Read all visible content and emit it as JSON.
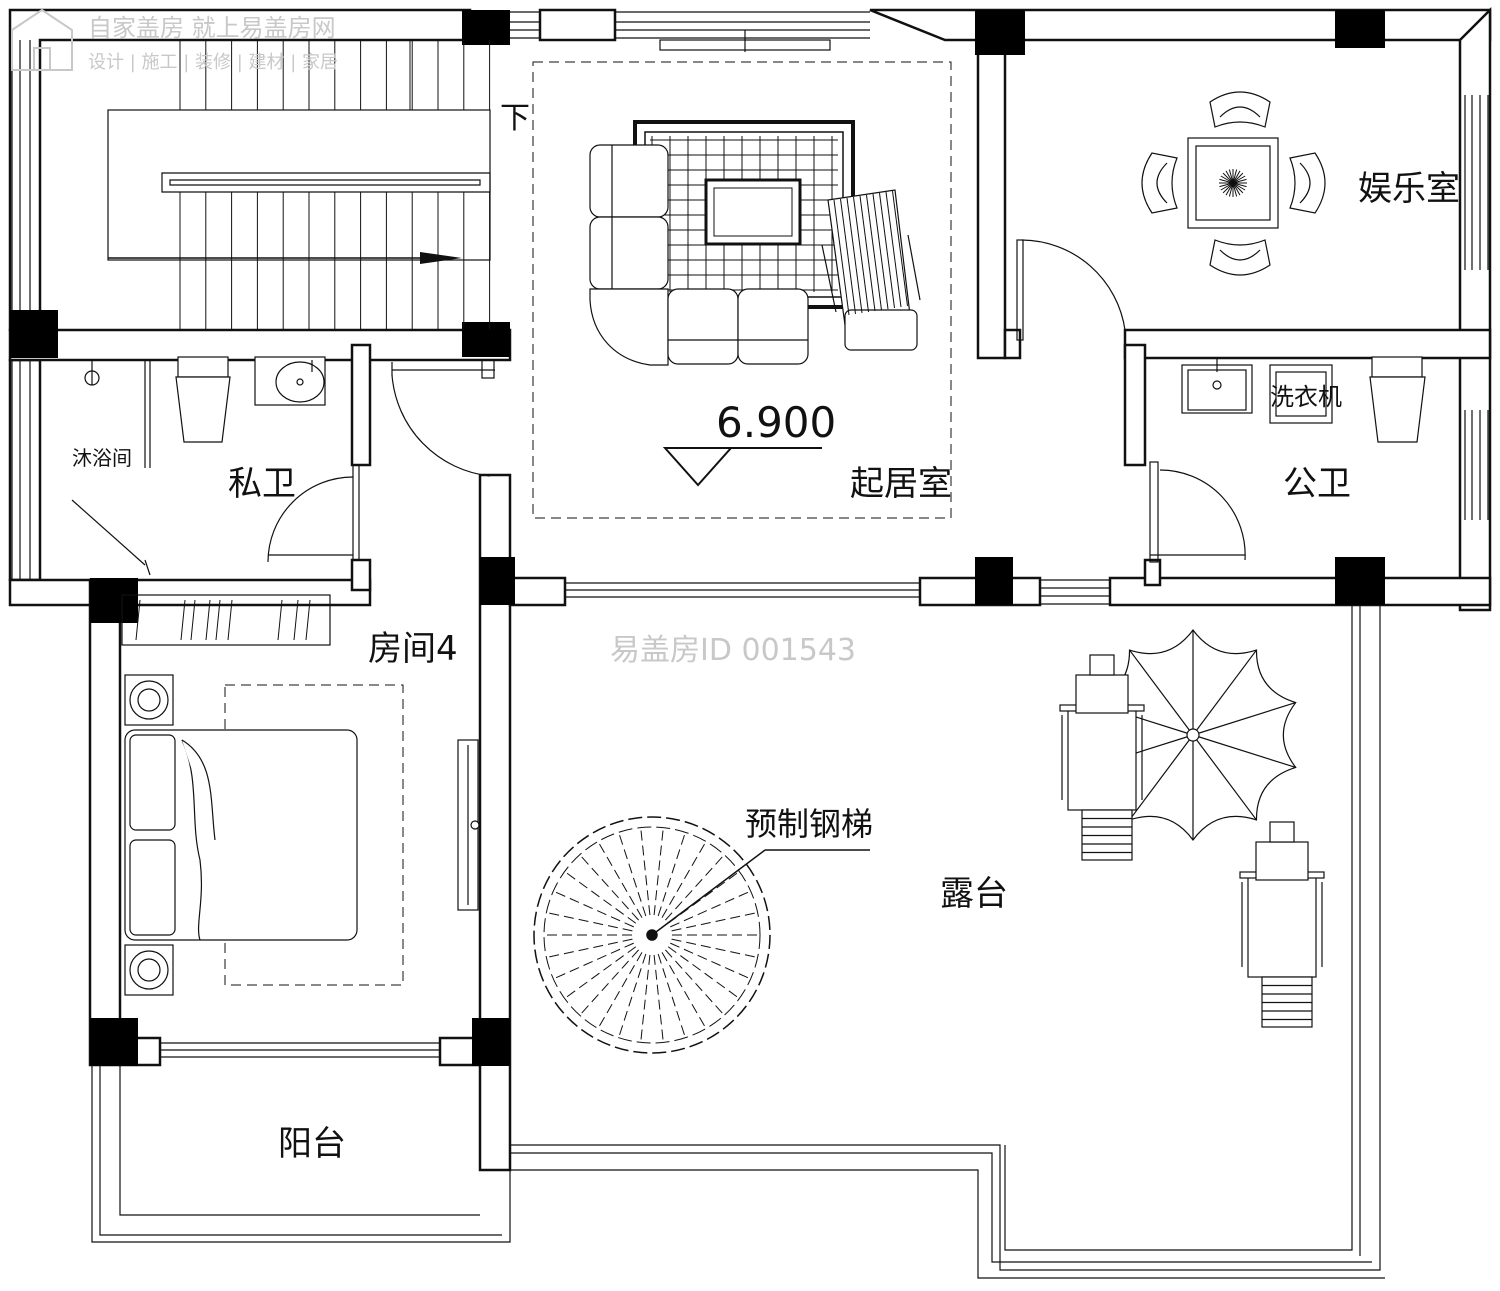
{
  "watermark": {
    "brand_title": "自家盖房 就上易盖房网",
    "brand_tagline": "设计 | 施工 | 装修 | 建材 | 家居",
    "plan_id": "易盖房ID 001543"
  },
  "rooms": {
    "living": "起居室",
    "entertainment": "娱乐室",
    "private_bath": "私卫",
    "shower": "沐浴间",
    "public_bath": "公卫",
    "washer": "洗衣机",
    "bedroom": "房间4",
    "balcony": "阳台",
    "terrace": "露台"
  },
  "annotations": {
    "elevation": "6.900",
    "stair_down": "下",
    "spiral_stair": "预制钢梯"
  },
  "colors": {
    "line": "#111111",
    "wall_fill": "#ffffff",
    "column": "#000000",
    "watermark": "#c8c8c8"
  }
}
